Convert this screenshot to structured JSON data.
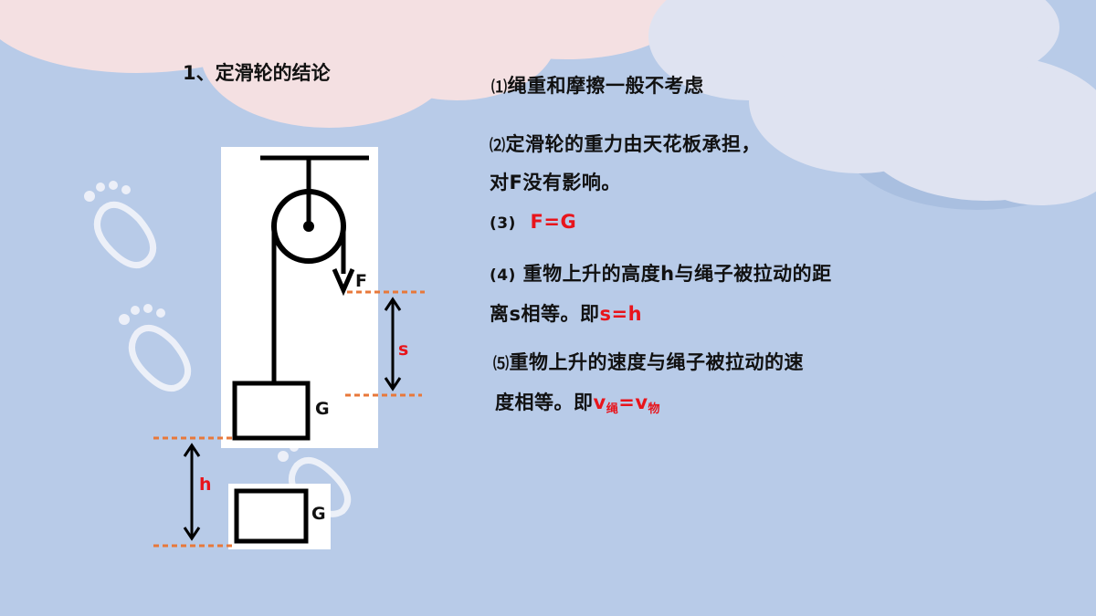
{
  "title": "1、定滑轮的结论",
  "points": [
    {
      "num": "⑴",
      "text": "绳重和摩擦一般不考虑"
    },
    {
      "num": "⑵",
      "text": "定滑轮的重力由天花板承担，",
      "text2": "对F没有影响。"
    },
    {
      "num": "(3)",
      "formula": "F=G"
    },
    {
      "num": "(4)",
      "text": " 重物上升的高度h与绳子被拉动的距",
      "text2": "离s相等。即",
      "formula": "s=h"
    },
    {
      "num": "⑸",
      "text": "重物上升的速度与绳子被拉动的速",
      "text2": "度相等。即",
      "formula_v": "v",
      "sub_rope": "绳",
      "eq": "=",
      "sub_obj": "物"
    }
  ],
  "diagram": {
    "force_label": "F",
    "s_label": "s",
    "h_label": "h",
    "weight_label_top": "G",
    "weight_label_bottom": "G"
  },
  "colors": {
    "background": "#b8cbe8",
    "accent": "#e8141b",
    "dash": "#e8783a",
    "cloud_pink": "#f3dfe0",
    "cloud_white": "#dfe4f1"
  }
}
